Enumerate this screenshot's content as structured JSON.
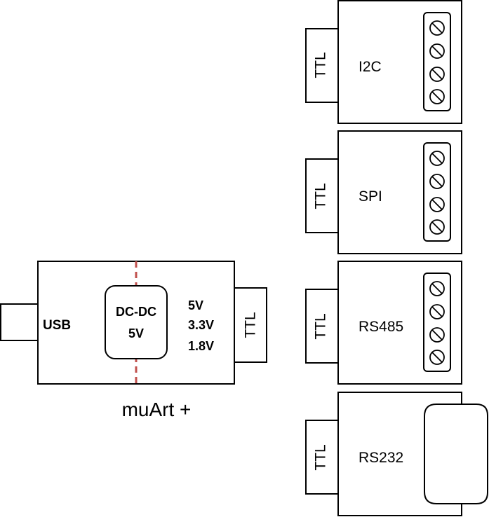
{
  "main_device": {
    "name": "muArt +",
    "usb_label": "USB",
    "converter_line1": "DC-DC",
    "converter_line2": "5V",
    "voltages": [
      "5V",
      "3.3V",
      "1.8V"
    ],
    "ttl_label": "TTL",
    "isolation_line_color": "#c0504d"
  },
  "modules": [
    {
      "ttl_label": "TTL",
      "name": "I2C",
      "connector": "screw-terminal-4"
    },
    {
      "ttl_label": "TTL",
      "name": "SPI",
      "connector": "screw-terminal-4"
    },
    {
      "ttl_label": "TTL",
      "name": "RS485",
      "connector": "screw-terminal-4"
    },
    {
      "ttl_label": "TTL",
      "name": "RS232",
      "connector": "rounded-port"
    }
  ]
}
